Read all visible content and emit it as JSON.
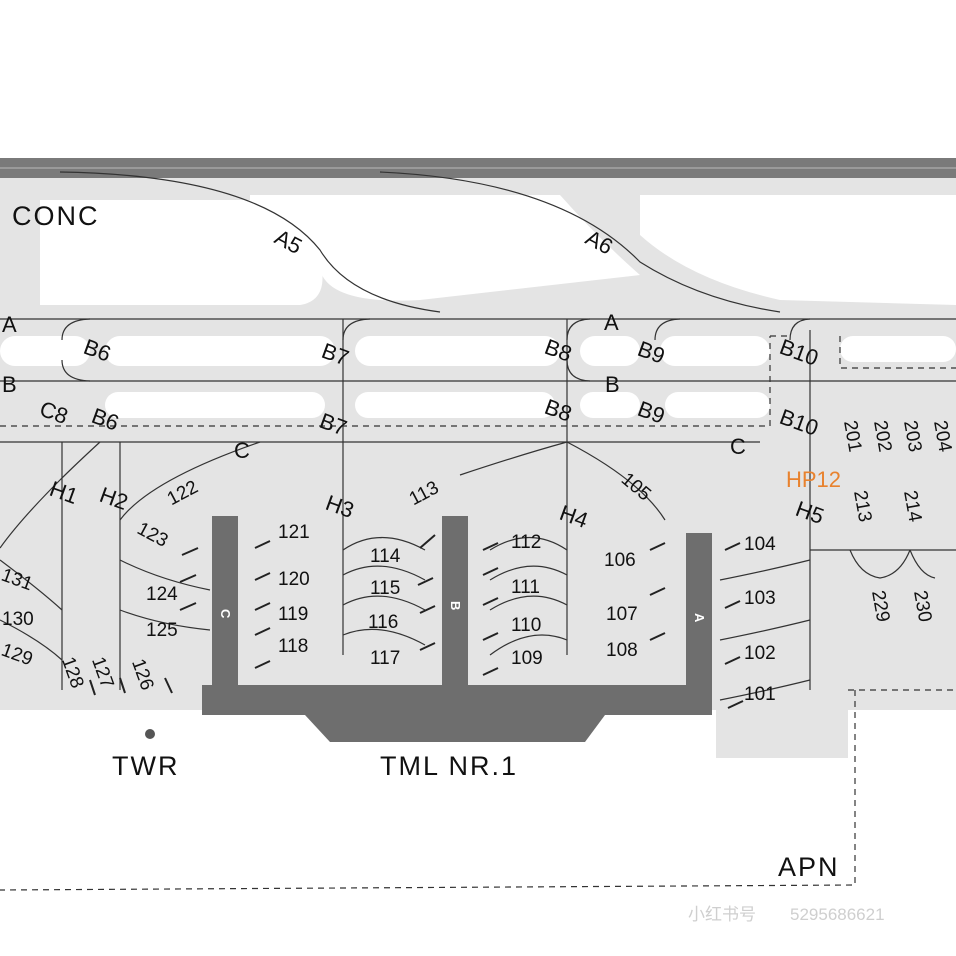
{
  "areas": {
    "concrete": "CONC",
    "tower": "TWR",
    "terminal": "TML NR.1",
    "apron": "APN"
  },
  "hotspot": "HP12",
  "taxiways": [
    "A5",
    "A6",
    "A",
    "A",
    "B",
    "B",
    "B6",
    "B6",
    "B7",
    "B7",
    "B8",
    "B8",
    "B9",
    "B9",
    "B10",
    "B10",
    "C8",
    "C",
    "C",
    "H1",
    "H2",
    "H3",
    "H4",
    "H5"
  ],
  "stands": [
    "101",
    "102",
    "103",
    "104",
    "105",
    "106",
    "107",
    "108",
    "109",
    "110",
    "111",
    "112",
    "113",
    "114",
    "115",
    "116",
    "117",
    "118",
    "119",
    "120",
    "121",
    "122",
    "123",
    "124",
    "125",
    "126",
    "127",
    "128",
    "129",
    "130",
    "131",
    "201",
    "202",
    "203",
    "204",
    "213",
    "214",
    "229",
    "230"
  ],
  "piers": [
    "C",
    "B",
    "A"
  ],
  "watermark": {
    "app": "小红书号",
    "id": "5295686621"
  },
  "colors": {
    "background": "#ffffff",
    "pavement": "#e4e4e4",
    "runway": "#7a7a7a",
    "terminal": "#6e6e6e",
    "line": "#333333",
    "hotspot": "#e8822e"
  }
}
